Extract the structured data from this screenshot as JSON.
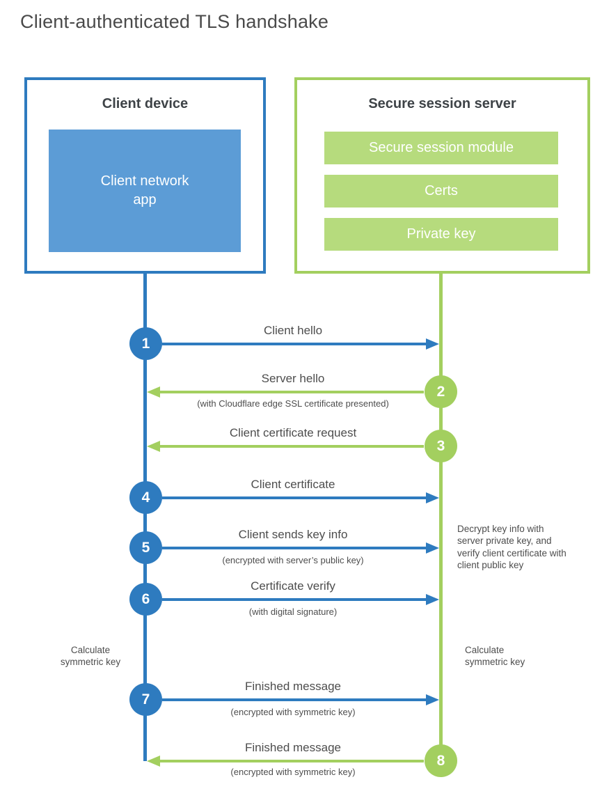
{
  "title": "Client-authenticated TLS handshake",
  "client_box": {
    "title": "Client device",
    "app_label": "Client network app"
  },
  "server_box": {
    "title": "Secure session server",
    "modules": [
      "Secure session module",
      "Certs",
      "Private key"
    ]
  },
  "steps": [
    {
      "num": "1",
      "direction": "client-to-server",
      "label": "Client hello"
    },
    {
      "num": "2",
      "direction": "server-to-client",
      "label": "Server hello",
      "sub": "(with Cloudflare edge SSL certificate presented)"
    },
    {
      "num": "3",
      "direction": "server-to-client",
      "label": "Client certificate request"
    },
    {
      "num": "4",
      "direction": "client-to-server",
      "label": "Client certificate"
    },
    {
      "num": "5",
      "direction": "client-to-server",
      "label": "Client sends key info",
      "sub": "(encrypted with server’s public key)"
    },
    {
      "num": "6",
      "direction": "client-to-server",
      "label": "Certificate verify",
      "sub": "(with digital signature)"
    },
    {
      "num": "7",
      "direction": "client-to-server",
      "label": "Finished message",
      "sub": "(encrypted with symmetric key)"
    },
    {
      "num": "8",
      "direction": "server-to-client",
      "label": "Finished message",
      "sub": "(encrypted with symmetric key)"
    }
  ],
  "annotations": {
    "calc_left": "Calculate symmetric key",
    "calc_right": "Calculate symmetric key",
    "server_note": "Decrypt key info with server private key, and verify client certificate with client public key"
  },
  "colors": {
    "blue": "#2E7BBF",
    "blue_fill": "#5C9CD6",
    "green": "#A3CF5F",
    "green_fill": "#B6DB7D",
    "text": "#4D4D4D"
  }
}
